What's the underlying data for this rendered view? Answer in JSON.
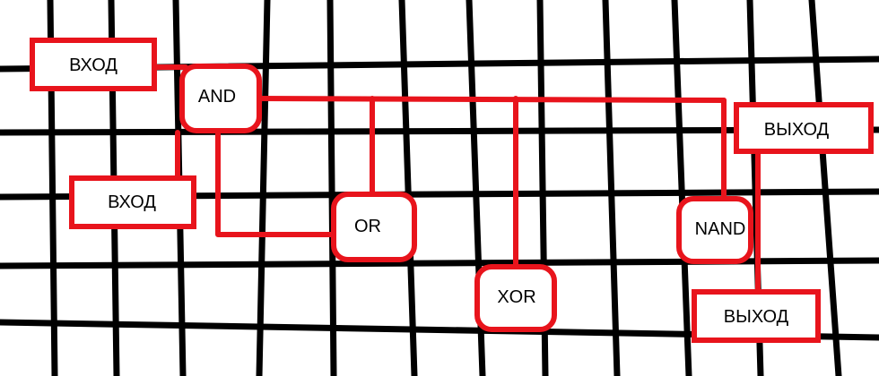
{
  "colors": {
    "background": "#ffffff",
    "grid": "#000000",
    "wire": "#e8141c",
    "box_border": "#e8141c",
    "box_fill": "#ffffff",
    "text": "#000000"
  },
  "nodes": {
    "input_1": {
      "label": "ВХОД"
    },
    "input_2": {
      "label": "ВХОД"
    },
    "and_gate": {
      "label": "AND"
    },
    "or_gate": {
      "label": "OR"
    },
    "xor_gate": {
      "label": "XOR"
    },
    "nand_gate": {
      "label": "NAND"
    },
    "output_1": {
      "label": "ВЫХОД"
    },
    "output_2": {
      "label": "ВЫХОД"
    }
  }
}
